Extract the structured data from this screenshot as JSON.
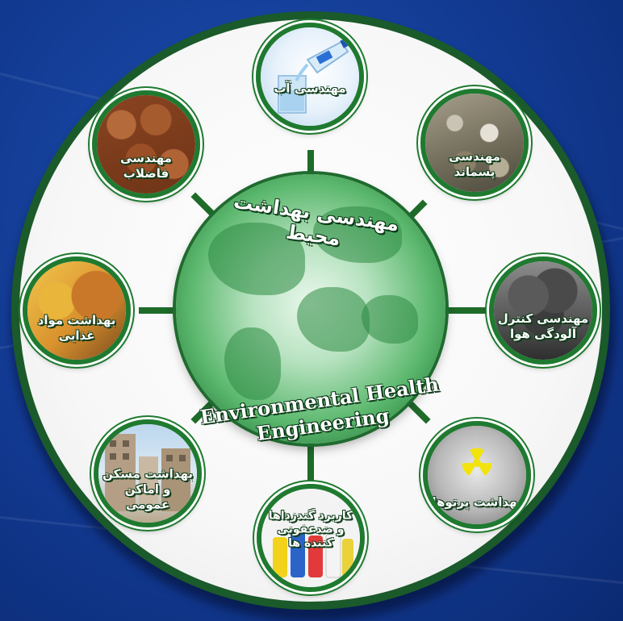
{
  "center": {
    "title_fa": "مهندسی بهداشت محیط",
    "title_en_line1": "Environmental Health",
    "title_en_line2": "Engineering"
  },
  "branches": {
    "water": {
      "label": "مهندسی آب",
      "icon": "water-bottle-glass"
    },
    "solid_waste": {
      "label": "مهندسی پسماند",
      "icon": "garbage-pile"
    },
    "air_pollution": {
      "label": "مهندسی کنترل آلودگی هوا",
      "icon": "smoke-cloud"
    },
    "radiation": {
      "label": "بهداشت پرتوها",
      "icon": "radiation-symbol"
    },
    "disinfectants": {
      "label": "کاربرد گندزداها و ضدعفونی کننده ها",
      "icon": "cleaning-bottles"
    },
    "housing": {
      "label": "بهداشت مسکن و اماکن عمومی",
      "icon": "buildings"
    },
    "food": {
      "label": "بهداشت مواد غذایی",
      "icon": "fast-food"
    },
    "wastewater": {
      "label": "مهندسی فاضلاب",
      "icon": "dried-sludge"
    }
  },
  "colors": {
    "background": "#123a92",
    "ring": "#1b5a2a",
    "node_border": "#1f7a30",
    "globe": "#5cb86e"
  }
}
